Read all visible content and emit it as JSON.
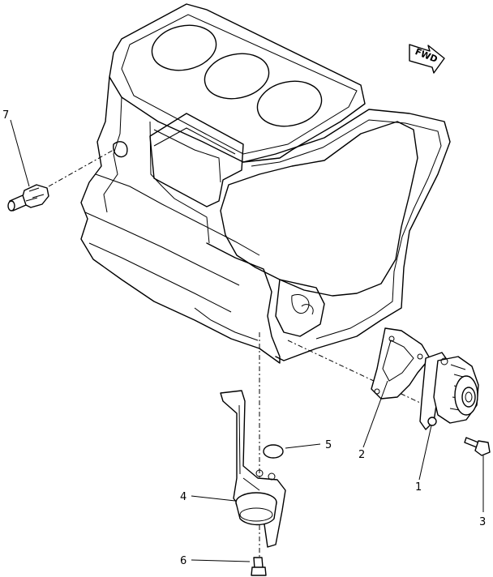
{
  "callouts": [
    {
      "id": "1",
      "text": "1"
    },
    {
      "id": "2",
      "text": "2"
    },
    {
      "id": "3",
      "text": "3"
    },
    {
      "id": "4",
      "text": "4"
    },
    {
      "id": "5",
      "text": "5"
    },
    {
      "id": "6",
      "text": "6"
    },
    {
      "id": "7",
      "text": "7"
    }
  ],
  "direction_marker": {
    "text": "FWD"
  }
}
